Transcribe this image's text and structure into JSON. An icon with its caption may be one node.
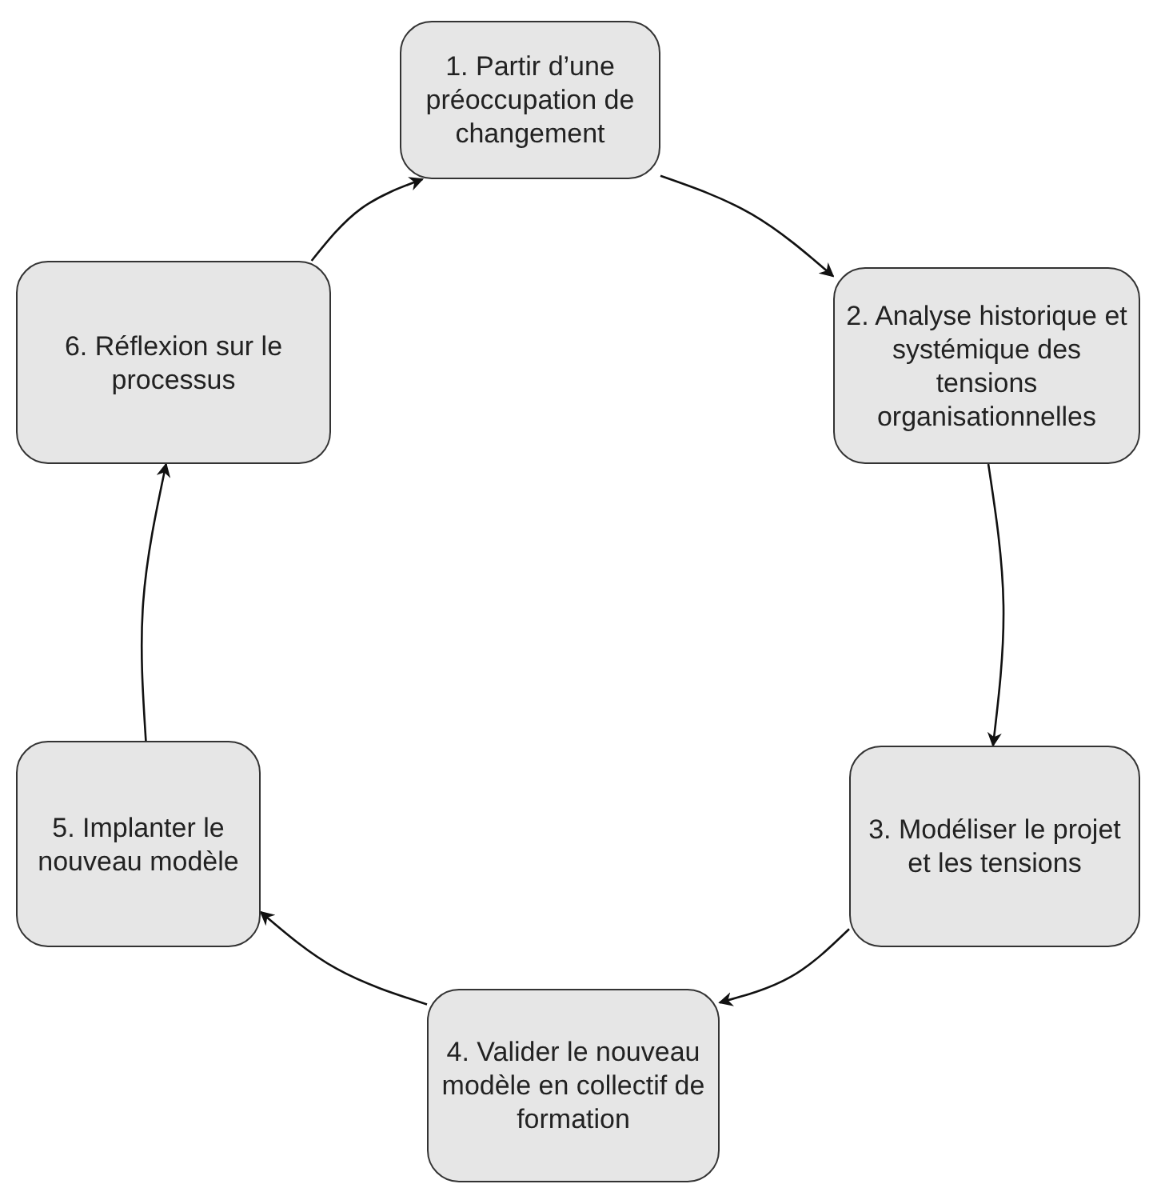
{
  "diagram": {
    "nodes": [
      {
        "text": [
          "1. Partir d’une préoccupation de changement"
        ]
      },
      {
        "text": [
          "2. Analyse historique et systémique des tensions organisationnelles"
        ]
      },
      {
        "text": [
          "3. Modéliser le projet et les tensions"
        ]
      },
      {
        "text": [
          "4. Valider le nouveau modèle en collectif de formation"
        ]
      },
      {
        "text": [
          "5. Implanter le nouveau modèle"
        ]
      },
      {
        "text": [
          "6. Réflexion sur le processus"
        ]
      }
    ],
    "edges": [
      {
        "from": 0,
        "to": 1,
        "arrow": "to"
      },
      {
        "from": 1,
        "to": 2,
        "arrow": "to"
      },
      {
        "from": 2,
        "to": 3,
        "arrow": "to"
      },
      {
        "from": 3,
        "to": 4,
        "arrow": "to"
      },
      {
        "from": 4,
        "to": 5,
        "arrow": "to"
      },
      {
        "from": 5,
        "to": 0,
        "arrow": "to"
      }
    ]
  }
}
